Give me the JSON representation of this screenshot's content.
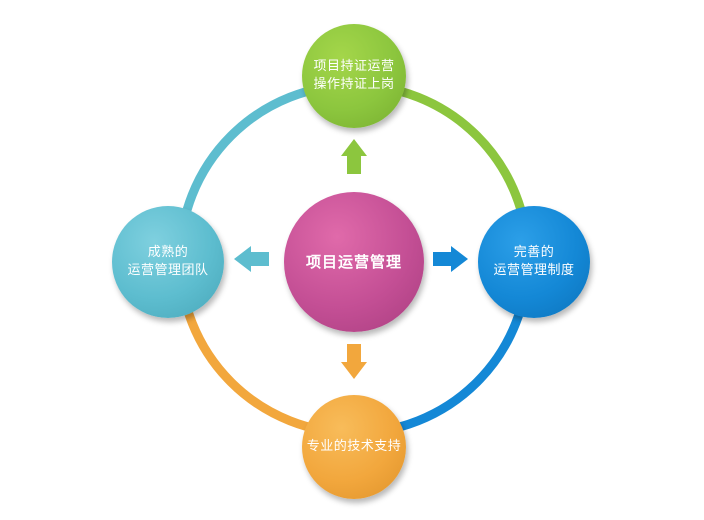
{
  "center": {
    "label": "项目运营管理"
  },
  "nodes": {
    "top": {
      "lines": [
        "项目持证运营",
        "操作持证上岗"
      ]
    },
    "right": {
      "lines": [
        "完善的",
        "运营管理制度"
      ]
    },
    "bottom": {
      "lines": [
        "专业的技术支持"
      ]
    },
    "left": {
      "lines": [
        "成熟的",
        "运营管理团队"
      ]
    }
  },
  "colors": {
    "center": "#c44f95",
    "top": "#8cc63e",
    "right": "#1488d6",
    "bottom": "#f2a73d",
    "left": "#5dbdcf"
  }
}
